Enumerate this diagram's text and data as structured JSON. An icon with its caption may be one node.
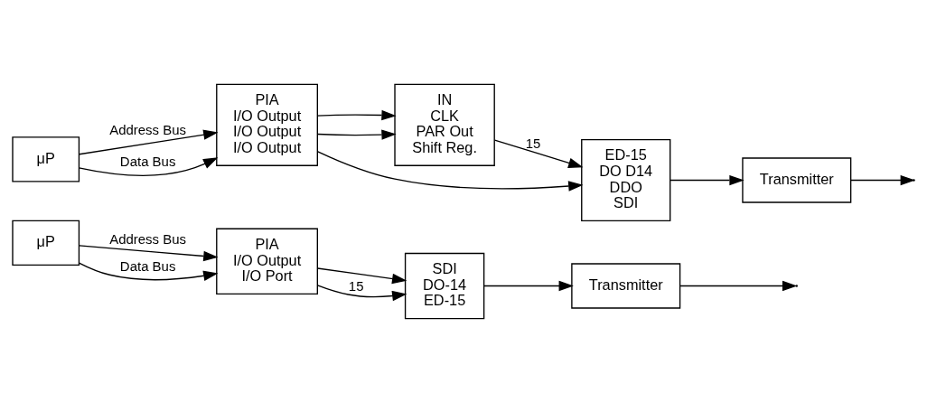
{
  "diagram": {
    "nodes": [
      {
        "text": [
          "μP"
        ]
      },
      {
        "text": [
          "PIA",
          "I/O Output",
          "I/O Port"
        ]
      },
      {
        "text": [
          "SDI",
          "DO-14",
          "ED-15"
        ]
      },
      {
        "text": [
          "Transmitter"
        ]
      },
      {
        "text": [
          "μP"
        ]
      },
      {
        "text": [
          "PIA",
          "I/O Output",
          "I/O Output",
          "I/O Output"
        ]
      },
      {
        "text": [
          "IN",
          "CLK",
          "PAR Out",
          "Shift Reg."
        ]
      },
      {
        "text": [
          "ED-15",
          "DO D14",
          "DDO",
          "SDI"
        ]
      },
      {
        "text": [
          "Transmitter"
        ]
      }
    ],
    "edges": [
      {
        "from": 0,
        "to": 1,
        "arrow": "to",
        "label": "Address Bus"
      },
      {
        "from": 0,
        "to": 1,
        "arrow": "to",
        "label": "Data Bus"
      },
      {
        "from": 1,
        "to": 2,
        "arrow": "to"
      },
      {
        "from": 1,
        "to": 2,
        "arrow": "to",
        "label": "15"
      },
      {
        "from": 2,
        "to": 3,
        "arrow": "to"
      },
      {
        "from": 3,
        "to": null,
        "arrow": "to"
      },
      {
        "from": 4,
        "to": 5,
        "arrow": "to",
        "label": "Address Bus"
      },
      {
        "from": 4,
        "to": 5,
        "arrow": "to",
        "label": "Data Bus"
      },
      {
        "from": 5,
        "to": 6,
        "arrow": "to"
      },
      {
        "from": 5,
        "to": 6,
        "arrow": "to"
      },
      {
        "from": 5,
        "to": 7,
        "arrow": "to"
      },
      {
        "from": 6,
        "to": 7,
        "arrow": "to",
        "label": "15"
      },
      {
        "from": 7,
        "to": 8,
        "arrow": "to"
      },
      {
        "from": 8,
        "to": null,
        "arrow": "to"
      }
    ]
  }
}
